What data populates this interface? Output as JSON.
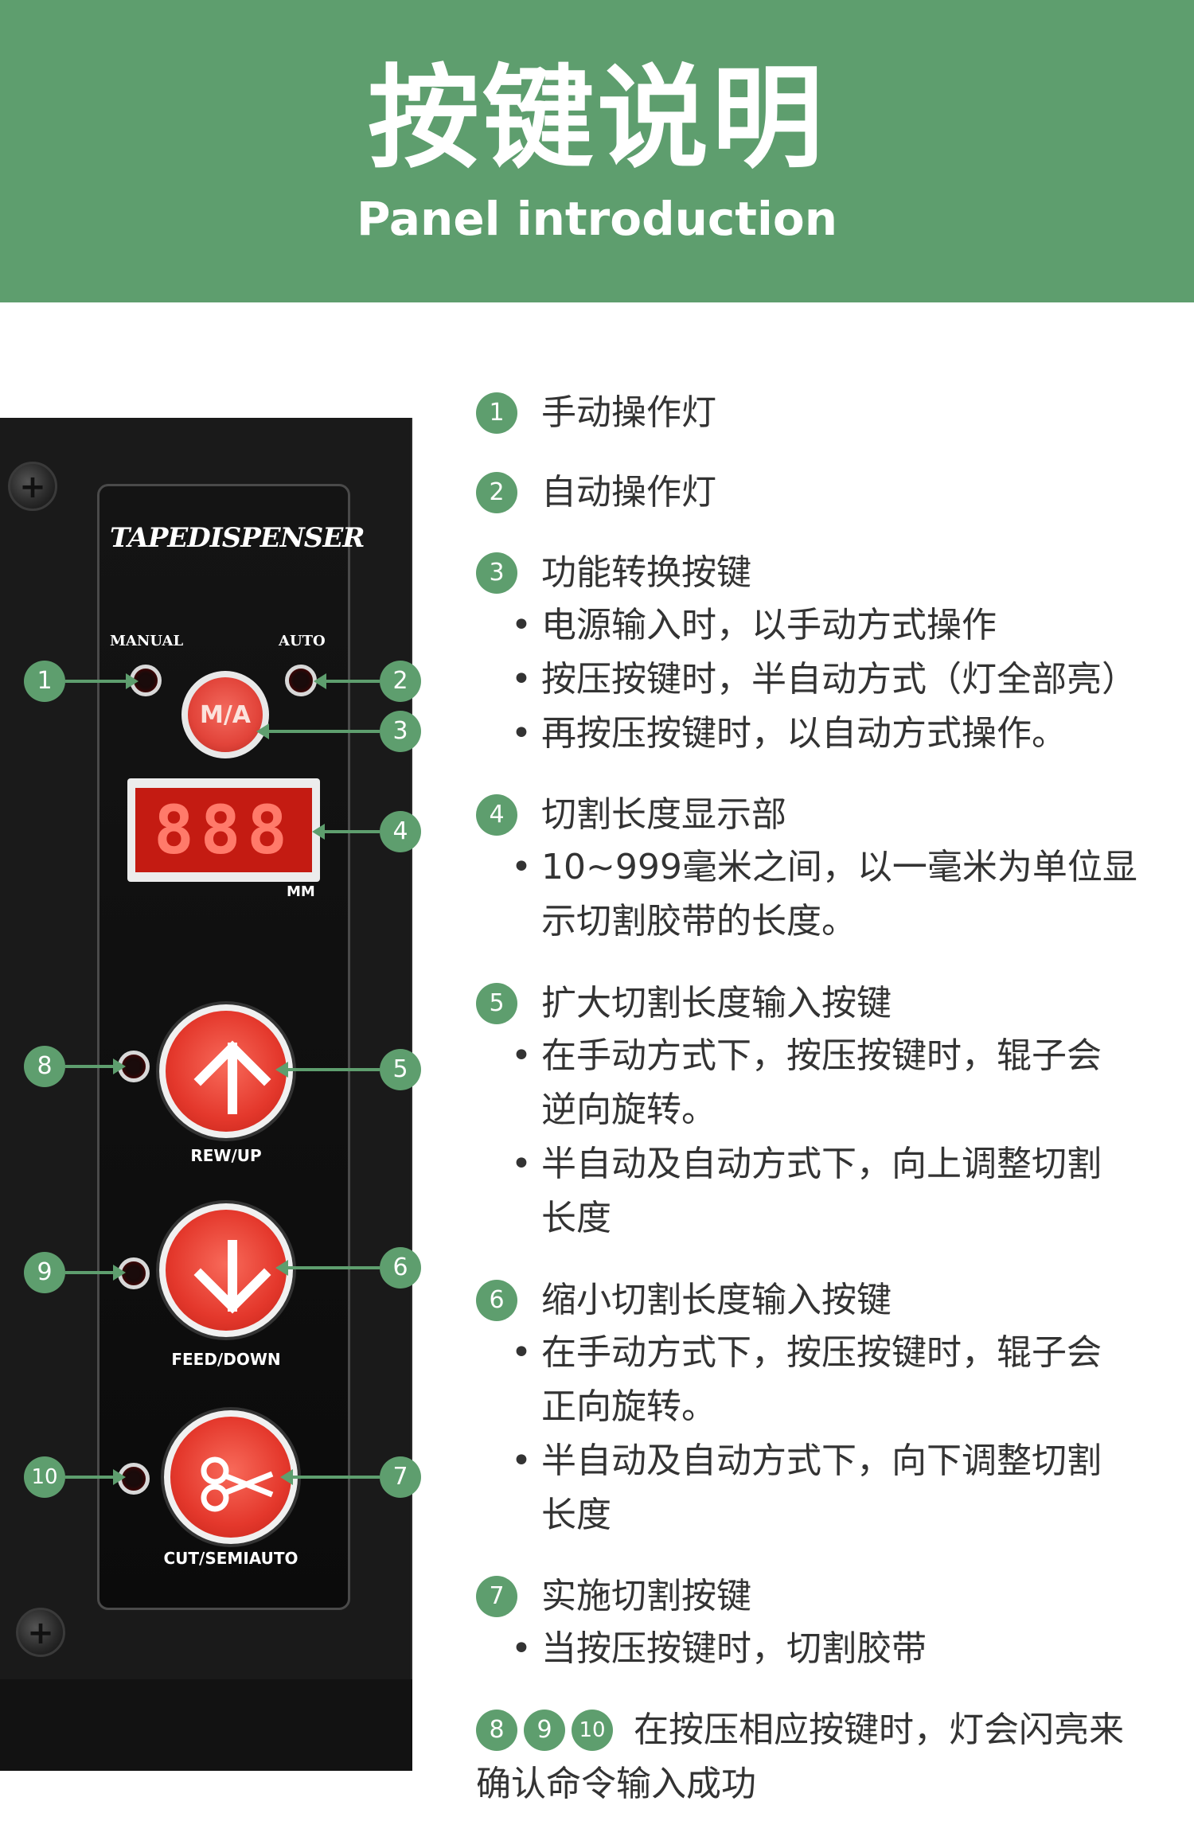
{
  "header": {
    "title": "按键说明",
    "subtitle": "Panel introduction",
    "color": "#5e9e6e"
  },
  "panel": {
    "brand": "TAPEDISPENSER",
    "manual_label": "MANUAL",
    "auto_label": "AUTO",
    "ma_label": "M/A",
    "display_value": "888",
    "display_unit": "MM",
    "rew_up_label": "REW/UP",
    "feed_down_label": "FEED/DOWN",
    "cut_label": "CUT/SEMIAUTO"
  },
  "callouts": [
    "1",
    "2",
    "3",
    "4",
    "5",
    "6",
    "7",
    "8",
    "9",
    "10"
  ],
  "items": [
    {
      "num": "1",
      "title": "手动操作灯",
      "bullets": []
    },
    {
      "num": "2",
      "title": "自动操作灯",
      "bullets": []
    },
    {
      "num": "3",
      "title": "功能转换按键",
      "bullets": [
        "电源输入时，以手动方式操作",
        "按压按键时，半自动方式（灯全部亮）",
        "再按压按键时，以自动方式操作。"
      ]
    },
    {
      "num": "4",
      "title": "切割长度显示部",
      "bullets": [
        "10~999毫米之间，以一毫米为单位显",
        "示切割胶带的长度。"
      ]
    },
    {
      "num": "5",
      "title": "扩大切割长度输入按键",
      "bullets": [
        "在手动方式下，按压按键时，辊子会",
        "逆向旋转。",
        "半自动及自动方式下，向上调整切割",
        "长度"
      ]
    },
    {
      "num": "6",
      "title": "缩小切割长度输入按键",
      "bullets": [
        "在手动方式下，按压按键时，辊子会",
        "正向旋转。",
        "半自动及自动方式下，向下调整切割",
        "长度"
      ]
    },
    {
      "num": "7",
      "title": "实施切割按键",
      "bullets": [
        "当按压按键时，切割胶带"
      ]
    }
  ],
  "final_note": {
    "nums": [
      "8",
      "9",
      "10"
    ],
    "line1": "在按压相应按键时，灯会闪亮来",
    "line2": "确认命令输入成功"
  }
}
